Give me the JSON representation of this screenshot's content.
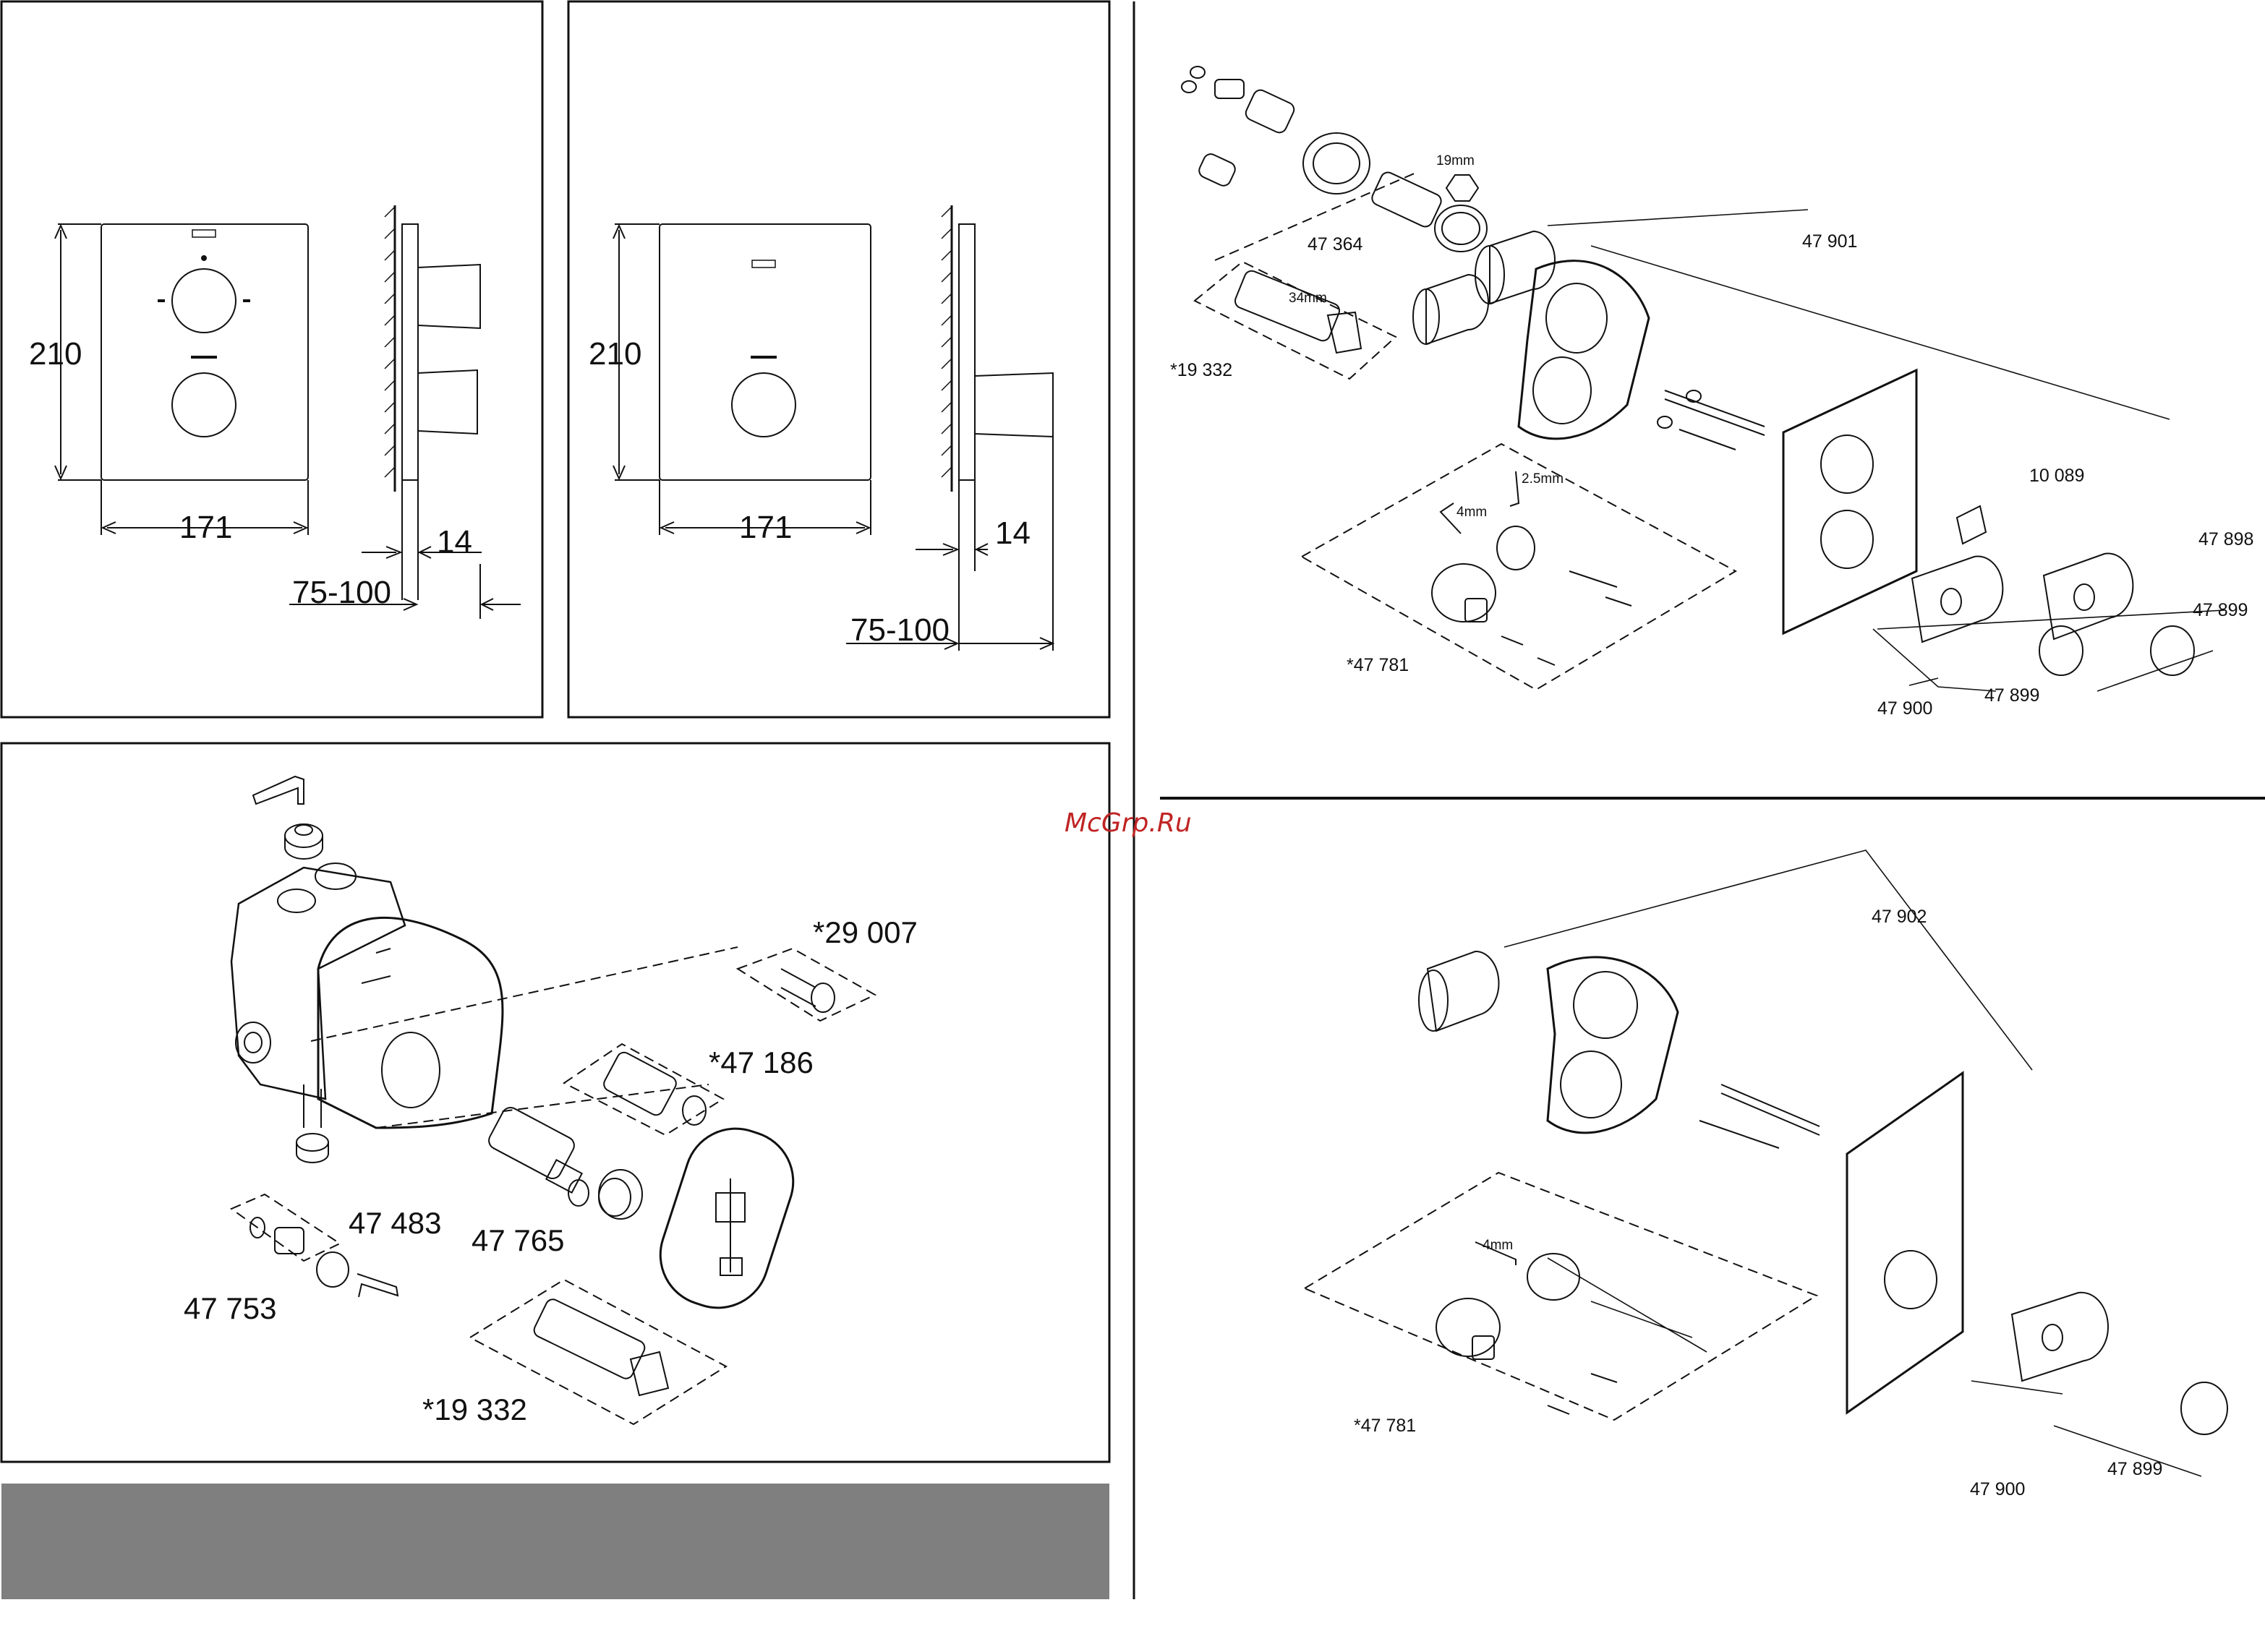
{
  "dimension_views": {
    "double_knob": {
      "height": "210",
      "width": "171",
      "wall_offset": "14",
      "depth_range": "75-100"
    },
    "single_knob": {
      "height": "210",
      "width": "171",
      "wall_offset": "14",
      "depth_range": "75-100"
    }
  },
  "rough_in_parts": {
    "cap": "*29 007",
    "cartridge": "*47 186",
    "screw": "47 483",
    "ring": "47 765",
    "stop_valve": "47 753",
    "wrench": "*19 332"
  },
  "twin_trim_parts": {
    "cartridge": "47 364",
    "hex_size": "19mm",
    "wrench_size": "34mm",
    "wrench": "*19 332",
    "plate": "47 901",
    "coupler": "10 089",
    "handle_right": "47 898",
    "cap_right": "47 899",
    "handle_left": "47 900",
    "cap_left": "47 899",
    "key_small": "2.5mm",
    "key_large": "4mm",
    "extension_set": "*47 781"
  },
  "single_trim_parts": {
    "plate": "47 902",
    "key": "4mm",
    "extension_set": "*47 781",
    "handle": "47 900",
    "cap": "47 899"
  },
  "watermark": "McGrp.Ru",
  "colors": {
    "line": "#111111",
    "footer_band": "#7f7f7f",
    "watermark": "#c02424"
  }
}
